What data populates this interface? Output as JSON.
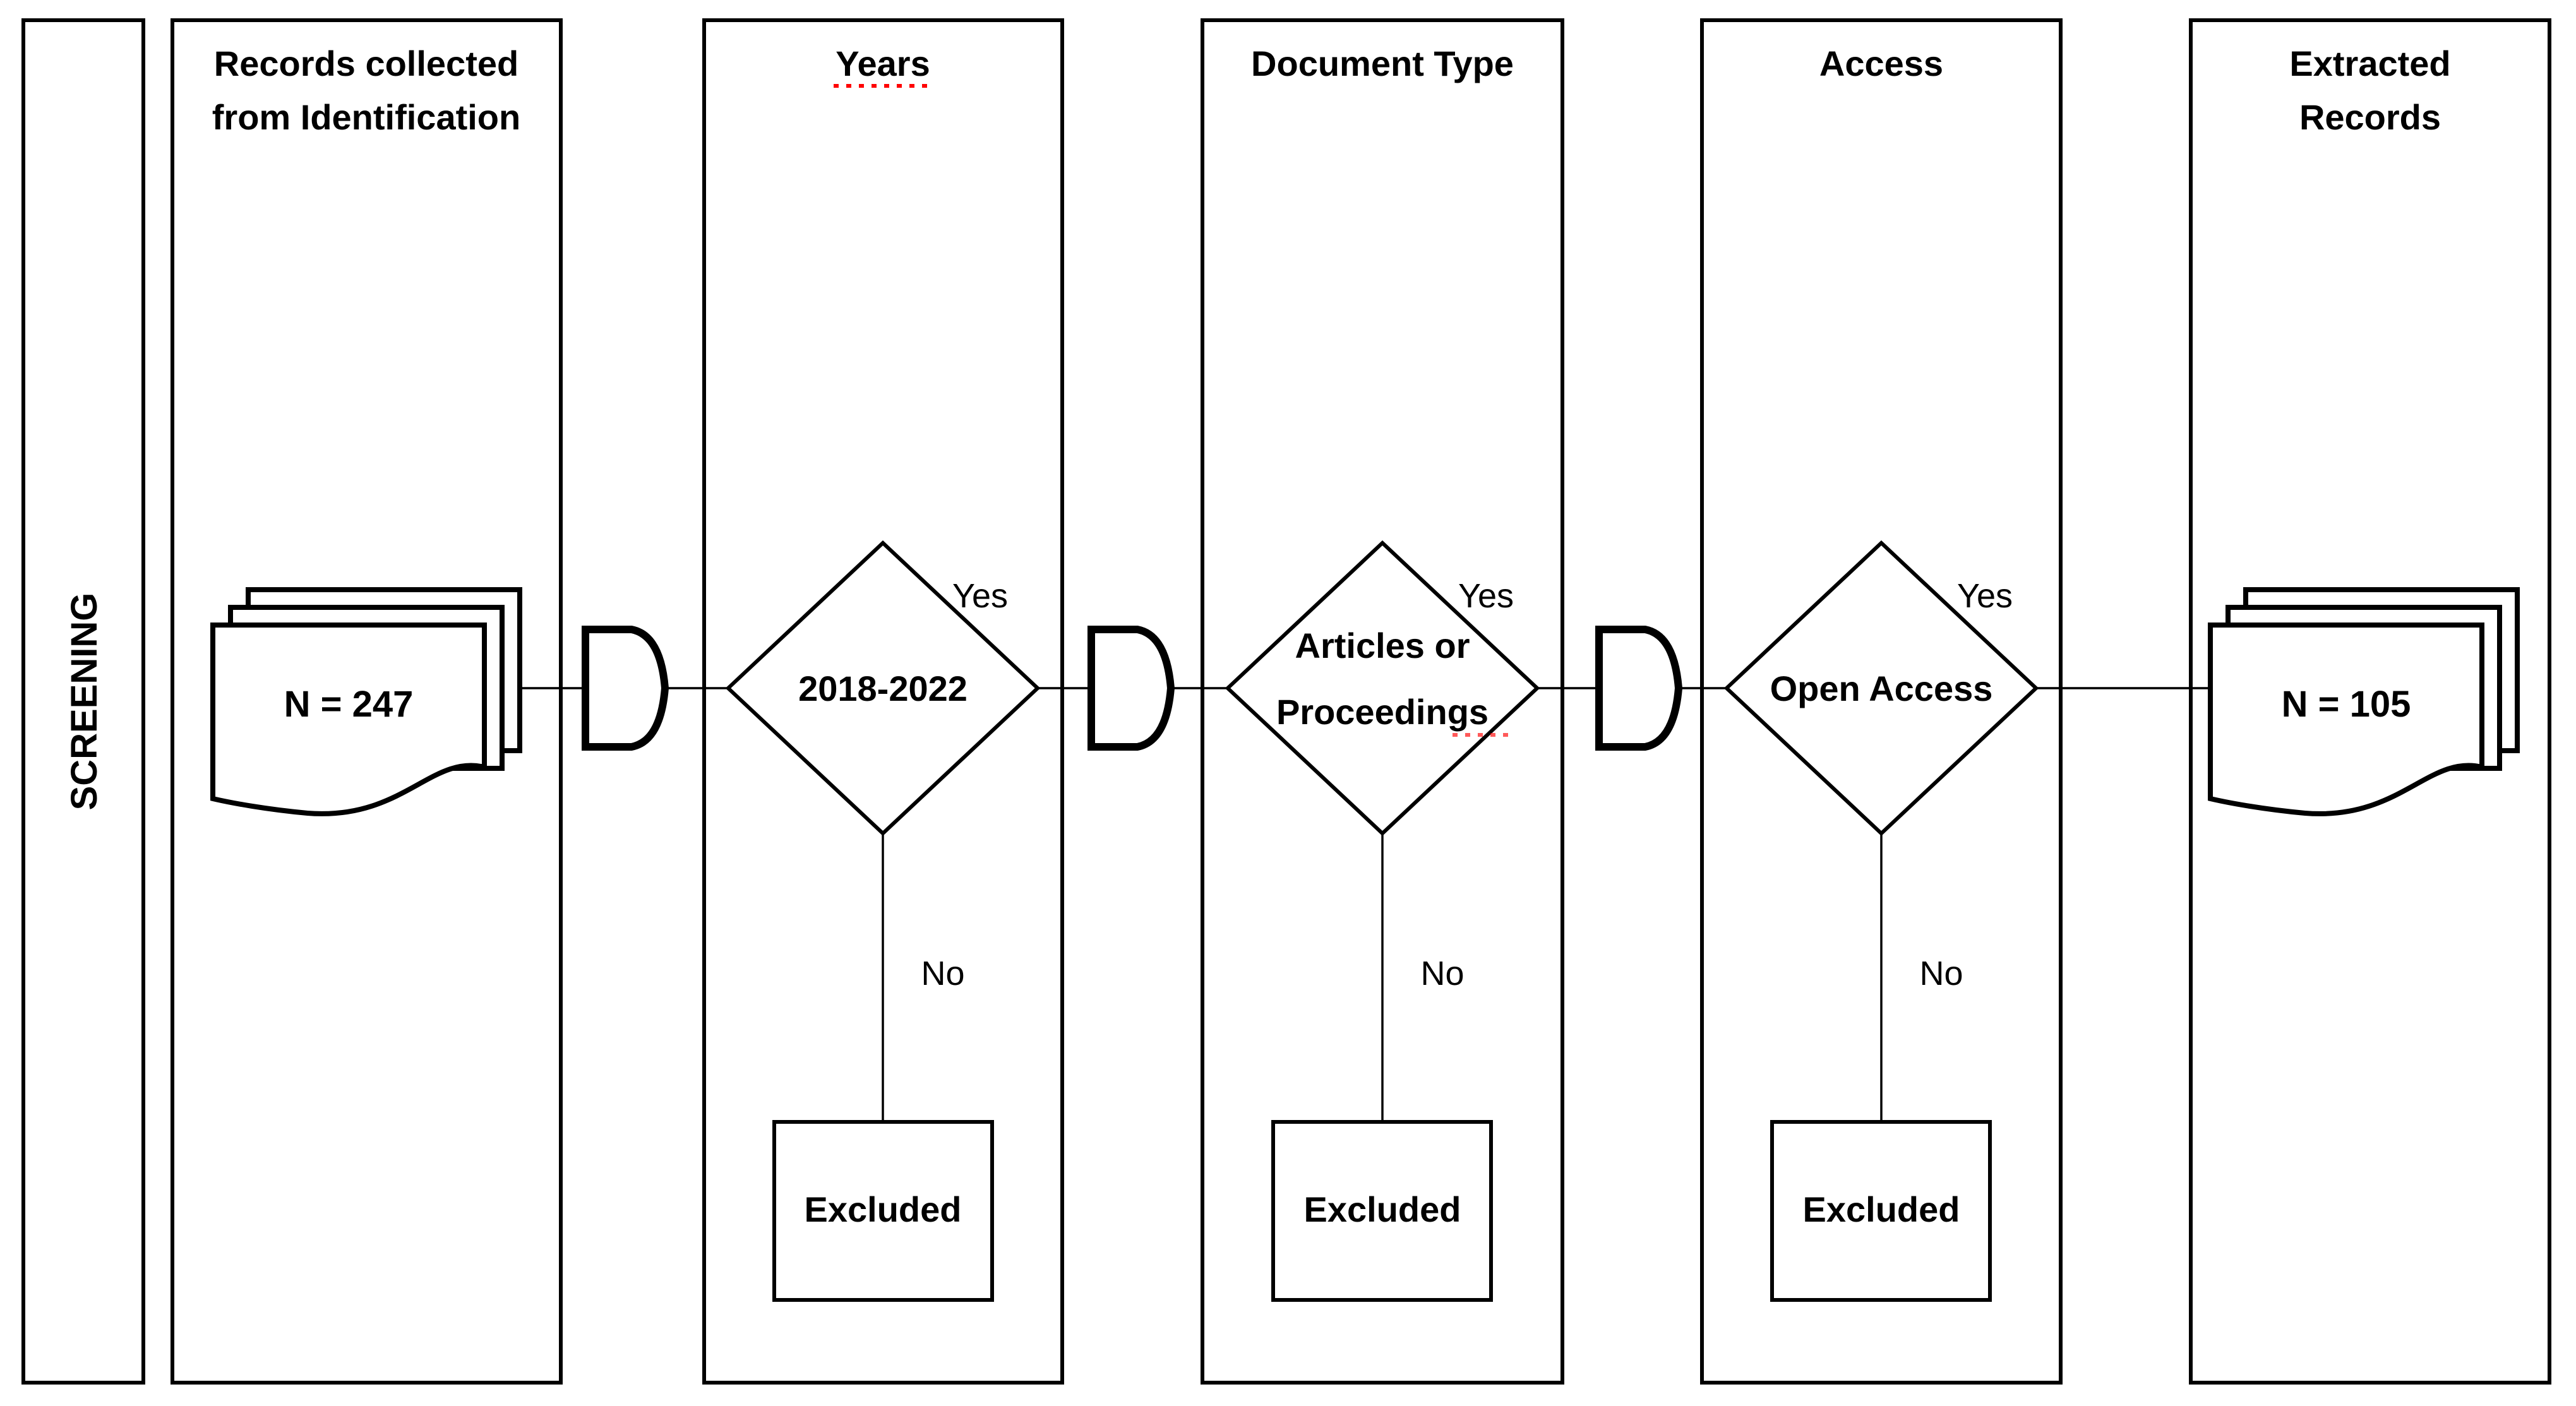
{
  "diagram": {
    "phase_label": "SCREENING",
    "lanes": [
      {
        "title_line1": "Records collected",
        "title_line2": "from Identification"
      },
      {
        "title": "Years"
      },
      {
        "title": "Document Type"
      },
      {
        "title": "Access"
      },
      {
        "title_line1": "Extracted",
        "title_line2": "Records"
      }
    ],
    "start_document": {
      "label": "N = 247"
    },
    "end_document": {
      "label": "N = 105"
    },
    "decisions": [
      {
        "line1": "2018-2022",
        "line2": "",
        "yes": "Yes",
        "no": "No",
        "excluded": "Excluded"
      },
      {
        "line1": "Articles or",
        "line2": "Proceedings",
        "yes": "Yes",
        "no": "No",
        "excluded": "Excluded"
      },
      {
        "line1": "Open Access",
        "line2": "",
        "yes": "Yes",
        "no": "No",
        "excluded": "Excluded"
      }
    ],
    "colors": {
      "stroke": "#000000",
      "background": "#ffffff",
      "spellcheck_underline": "#ff0000"
    }
  }
}
